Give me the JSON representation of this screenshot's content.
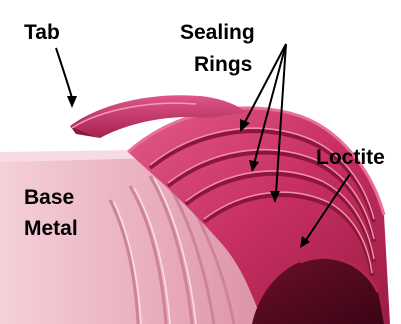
{
  "labels": {
    "tab": "Tab",
    "sealing": "Sealing",
    "rings": "Rings",
    "loctite": "Loctite",
    "base": "Base",
    "metal": "Metal"
  },
  "colors": {
    "background": "#ffffff",
    "base_metal_light": "#f2c7d2",
    "base_metal_mid": "#e7a9b9",
    "base_metal_shadow": "#d98ea2",
    "loctite_light": "#d84a79",
    "loctite_mid": "#c52e61",
    "loctite_dark": "#7d1033",
    "inner_bore": "#5a0a21",
    "arrow": "#000000"
  },
  "parts": [
    "base-metal",
    "sealing-rings",
    "loctite-layer",
    "tab"
  ]
}
